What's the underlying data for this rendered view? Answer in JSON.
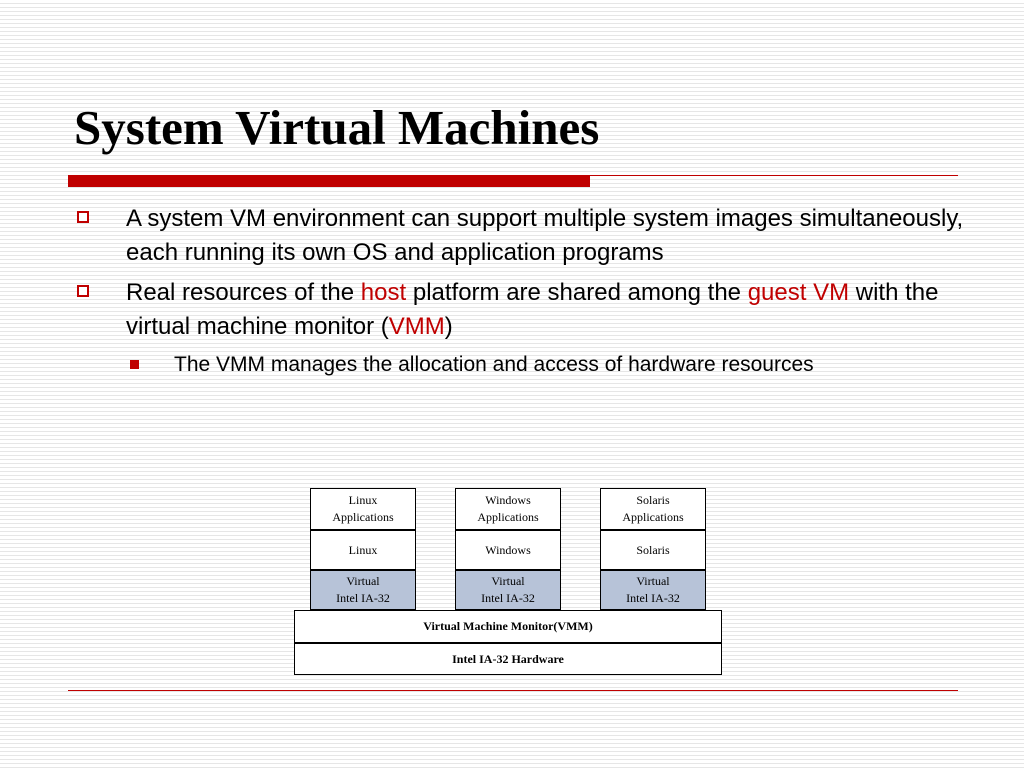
{
  "slide": {
    "title": "System Virtual Machines",
    "accent_color": "#c00000",
    "bullets": [
      {
        "text": "A system VM environment can support multiple system images simultaneously, each running its own OS and application programs"
      },
      {
        "segments": [
          {
            "text": "Real resources of the ",
            "highlight": false
          },
          {
            "text": "host",
            "highlight": true
          },
          {
            "text": " platform are shared among the ",
            "highlight": false
          },
          {
            "text": "guest VM",
            "highlight": true
          },
          {
            "text": " with the virtual machine monitor (",
            "highlight": false
          },
          {
            "text": "VMM",
            "highlight": true
          },
          {
            "text": ")",
            "highlight": false
          }
        ]
      }
    ],
    "sub_bullets": [
      {
        "text": "The VMM manages the allocation and access of hardware resources"
      }
    ]
  },
  "diagram": {
    "stacks": [
      {
        "applications": "Linux\nApplications",
        "os": "Linux",
        "virtual_hw": "Virtual\nIntel IA-32"
      },
      {
        "applications": "Windows\nApplications",
        "os": "Windows",
        "virtual_hw": "Virtual\nIntel IA-32"
      },
      {
        "applications": "Solaris\nApplications",
        "os": "Solaris",
        "virtual_hw": "Virtual\nIntel IA-32"
      }
    ],
    "vmm_label": "Virtual Machine Monitor(VMM)",
    "hardware_label": "Intel IA-32 Hardware",
    "virtual_hw_color": "#b7c3d8"
  }
}
